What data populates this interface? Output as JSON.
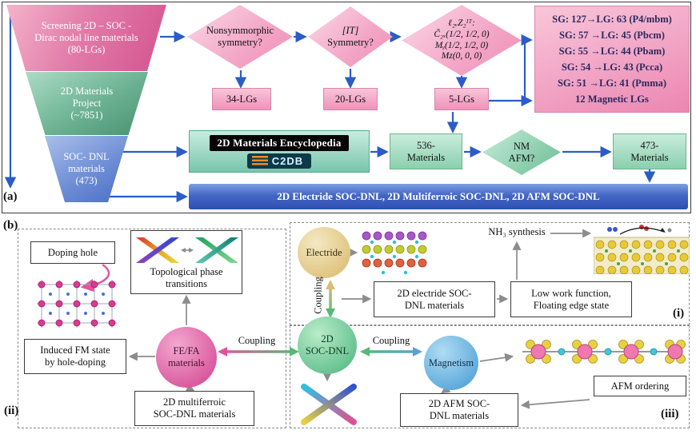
{
  "colors": {
    "arrow_blue": "#2b5cc8",
    "funnel_pink": "#d4528e",
    "funnel_green": "#47926f",
    "funnel_blue": "#4a6ec6",
    "result_bar_blue": "#2f50b2",
    "c2db_orange": "#f08a28",
    "gray_arrow": "#8c8c8c"
  },
  "labels": {
    "a": "(a)",
    "b": "(b)",
    "i": "(i)",
    "ii": "(ii)",
    "iii": "(iii)"
  },
  "panel_a": {
    "funnel": {
      "level1": [
        "Screening 2D – SOC -",
        "Dirac nodal line materials",
        "(80-LGs)"
      ],
      "level2": [
        "2D Materials",
        "Project",
        "(~7851)"
      ],
      "level3": [
        "SOC- DNL",
        "materials",
        "(473)"
      ]
    },
    "diamond_nonsymmorphic": [
      "Nonsymmorphic",
      "symmetry?"
    ],
    "diamond_it": [
      "[IT]",
      "Symmetry?"
    ],
    "diamond_invariant": [
      "ℓ₂ᵥZ₂ᴵᵀ:",
      "C̃₂ₓ(1/2, 1/2, 0)",
      "Mᵧ(1/2, 1/2, 0)",
      "Mz(0, 0, 0)"
    ],
    "lg34": "34-LGs",
    "lg20": "20-LGs",
    "lg5": "5-LGs",
    "sg_lines": [
      "SG: 127→LG: 63 (P4/mbm)",
      "SG: 57 →LG: 45 (Pbcm)",
      "SG: 55 →LG: 44 (Pbam)",
      "SG: 54 →LG: 43 (Pcca)",
      "SG: 51 →LG: 41 (Pmma)",
      "12 Magnetic LGs"
    ],
    "encyclopedia": "2D Materials Encyclopedia",
    "c2db": "C2DB",
    "mat536": [
      "536-",
      "Materials"
    ],
    "nm_afm": [
      "NM",
      "AFM?"
    ],
    "mat473": [
      "473-",
      "Materials"
    ],
    "result_bar": "2D Electride SOC-DNL, 2D Multiferroic SOC-DNL, 2D AFM SOC-DNL"
  },
  "panel_b": {
    "doping_hole": "Doping hole",
    "topological": [
      "Topological phase",
      "transitions"
    ],
    "induced_fm": [
      "Induced FM state",
      "by hole-doping"
    ],
    "fefa": [
      "FE/FA",
      "materials"
    ],
    "coupling": "Coupling",
    "multiferroic": [
      "2D multiferroic",
      "SOC-DNL materials"
    ],
    "electride": "Electride",
    "nh3": "NH₃ synthesis",
    "electride_dnl": [
      "2D electride SOC-",
      "DNL materials"
    ],
    "low_work": [
      "Low work function,",
      "Floating edge state"
    ],
    "soc_dnl": [
      "2D",
      "SOC-DNL"
    ],
    "magnetism": "Magnetism",
    "afm_ordering": "AFM ordering",
    "afm_dnl": [
      "2D AFM SOC-",
      "DNL materials"
    ]
  }
}
